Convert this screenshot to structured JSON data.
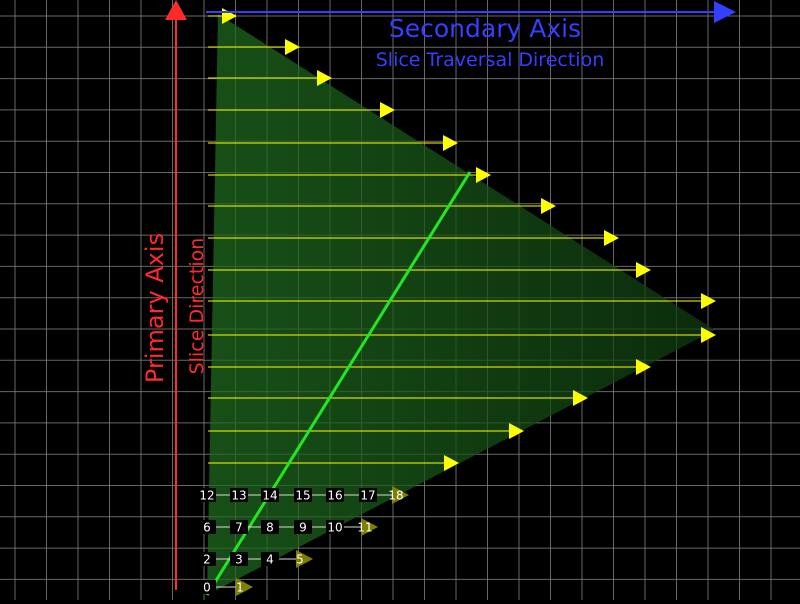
{
  "colors": {
    "background": "#000000",
    "grid": "#7a7a7a",
    "primary_axis": "#ff2a2a",
    "secondary_axis": "#3340ff",
    "slice_arrow": "#ffff00",
    "triangle_fill": "#1c5a1c",
    "highlight_line": "#22e622",
    "index_text": "#ffffff"
  },
  "labels": {
    "secondary_axis_title": "Secondary Axis",
    "secondary_axis_subtitle": "Slice Traversal Direction",
    "primary_axis_title": "Primary Axis",
    "primary_axis_subtitle": "Slice Direction"
  },
  "index_rows": [
    {
      "numbers": [
        "0"
      ],
      "end_label": "1"
    },
    {
      "numbers": [
        "2",
        "3",
        "4"
      ],
      "end_label": "5"
    },
    {
      "numbers": [
        "6",
        "7",
        "8",
        "9",
        "10"
      ],
      "end_label": "11"
    },
    {
      "numbers": [
        "12",
        "13",
        "14",
        "15",
        "16",
        "17"
      ],
      "end_label": "18"
    }
  ]
}
